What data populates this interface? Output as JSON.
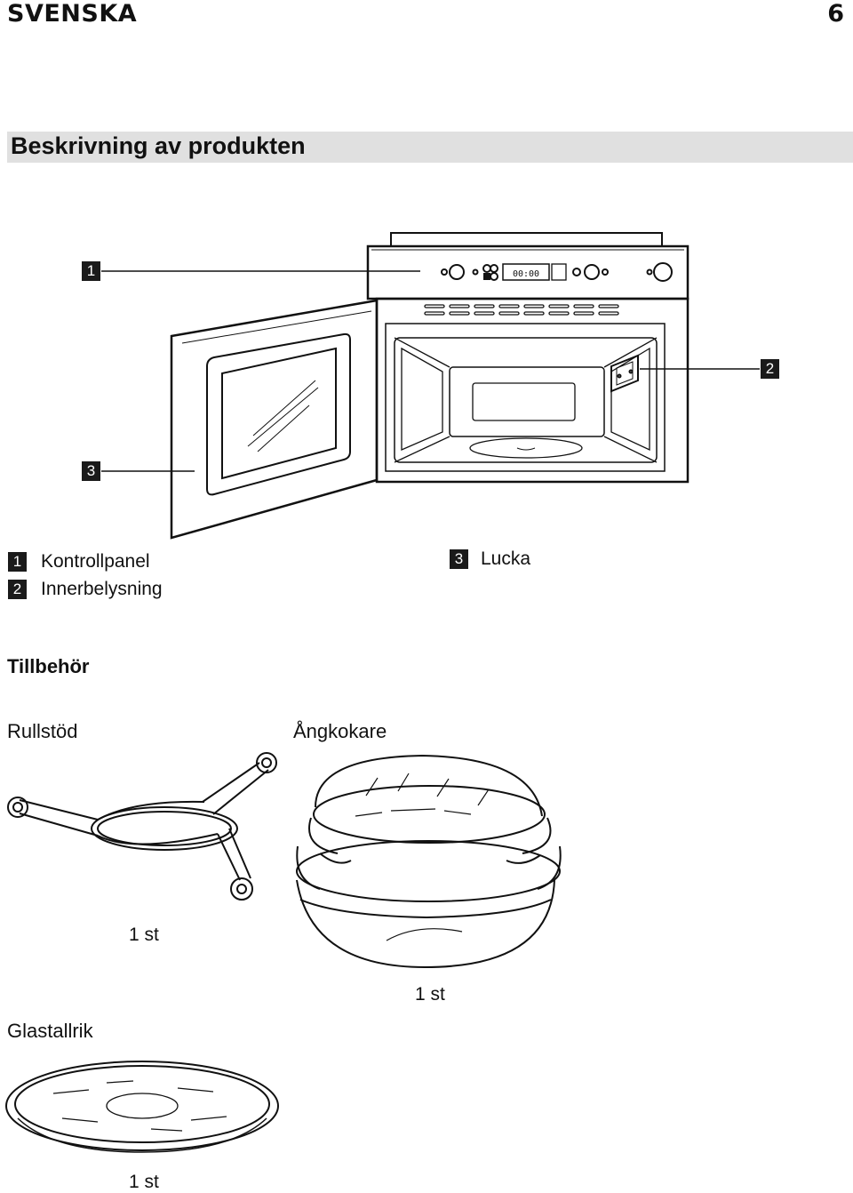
{
  "header": {
    "language": "SVENSKA",
    "page_number": "6"
  },
  "section": {
    "title": "Beskrivning av produkten"
  },
  "diagram": {
    "callouts": [
      {
        "number": "1"
      },
      {
        "number": "2"
      },
      {
        "number": "3"
      }
    ],
    "display_text": "00:00"
  },
  "legend": [
    {
      "number": "1",
      "label": "Kontrollpanel"
    },
    {
      "number": "2",
      "label": "Innerbelysning"
    },
    {
      "number": "3",
      "label": "Lucka"
    }
  ],
  "accessories": {
    "heading": "Tillbehör",
    "items": [
      {
        "name": "Rullstöd",
        "quantity": "1 st"
      },
      {
        "name": "Ångkokare",
        "quantity": "1 st"
      },
      {
        "name": "Glastallrik",
        "quantity": "1 st"
      }
    ]
  }
}
